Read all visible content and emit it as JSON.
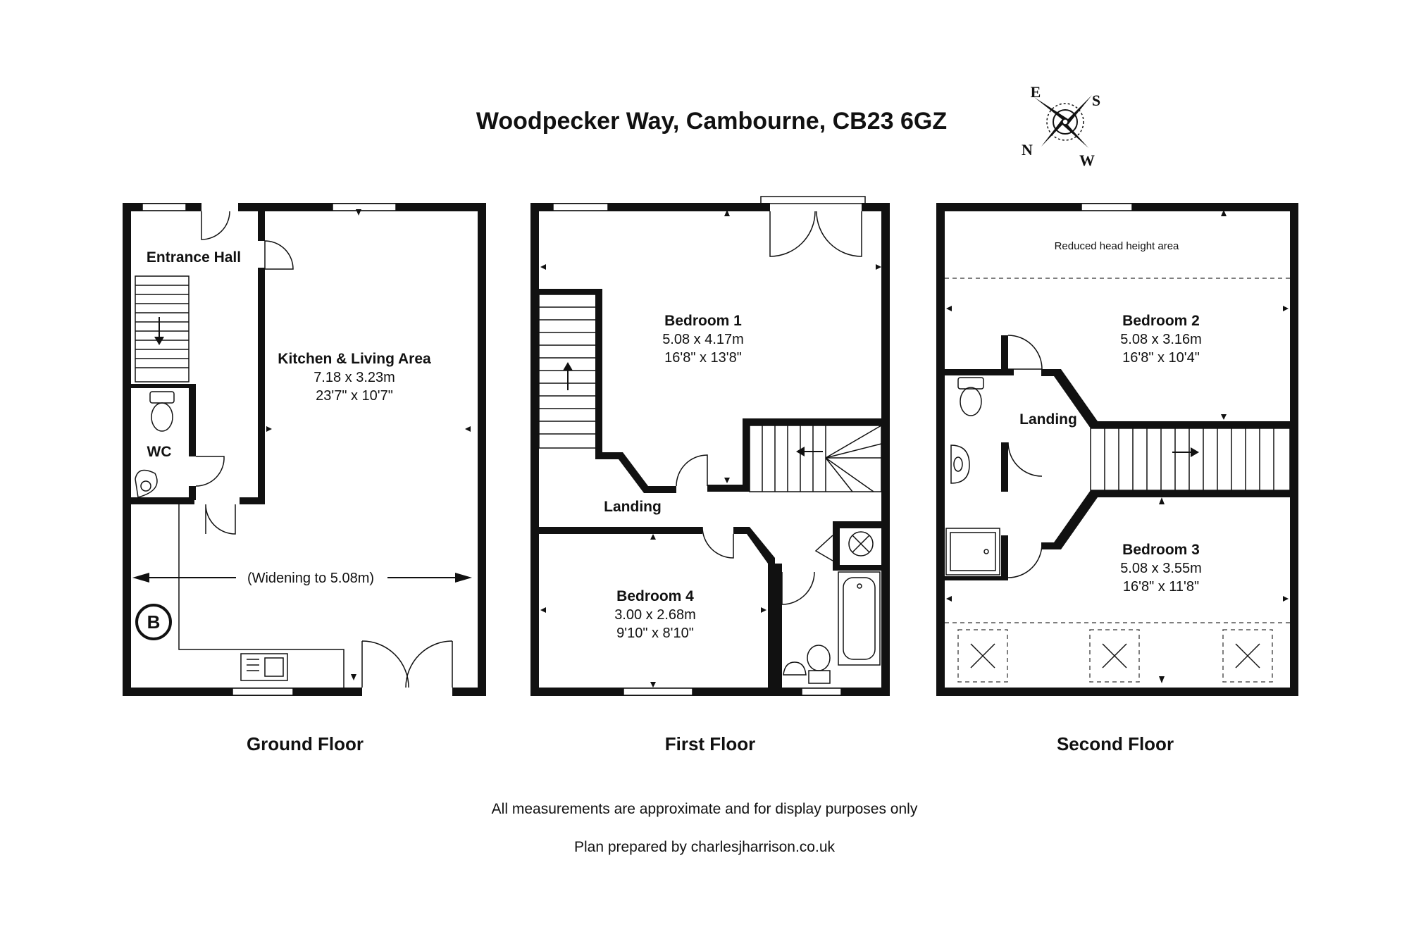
{
  "title": "Woodpecker Way, Cambourne, CB23 6GZ",
  "compass": {
    "east": "E",
    "south": "S",
    "north": "N",
    "west": "W"
  },
  "floors": {
    "ground": {
      "label": "Ground Floor",
      "entrance_hall": "Entrance Hall",
      "wc": "WC",
      "kitchen": {
        "name": "Kitchen & Living Area",
        "metric": "7.18 x 3.23m",
        "imperial": "23'7\" x 10'7\""
      },
      "widening": "(Widening to 5.08m)",
      "boiler": "B"
    },
    "first": {
      "label": "First Floor",
      "landing": "Landing",
      "bedroom1": {
        "name": "Bedroom 1",
        "metric": "5.08 x 4.17m",
        "imperial": "16'8\" x 13'8\""
      },
      "bedroom4": {
        "name": "Bedroom 4",
        "metric": "3.00 x 2.68m",
        "imperial": "9'10\" x 8'10\""
      }
    },
    "second": {
      "label": "Second Floor",
      "landing": "Landing",
      "reduced_head_height": "Reduced head height area",
      "bedroom2": {
        "name": "Bedroom 2",
        "metric": "5.08 x 3.16m",
        "imperial": "16'8\" x 10'4\""
      },
      "bedroom3": {
        "name": "Bedroom 3",
        "metric": "5.08 x 3.55m",
        "imperial": "16'8\" x 11'8\""
      }
    }
  },
  "footer": {
    "disclaimer": "All measurements are approximate and for display purposes only",
    "credit": "Plan prepared by charlesjharrison.co.uk"
  }
}
